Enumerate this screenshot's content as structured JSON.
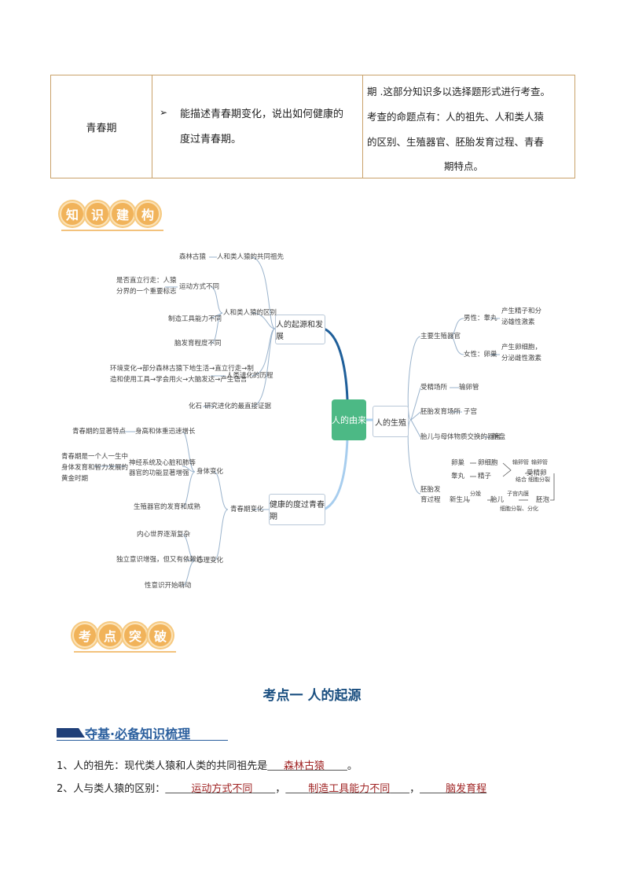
{
  "table": {
    "topic": "青春期",
    "bullet": "➢",
    "requirement_line1": "能描述青春期变化，说出如何健康的",
    "requirement_line2": "度过青春期。",
    "note_line1": "期 .这部分知识多以选择题形式进行考查。",
    "note_line2": "考查的命题点有：人的祖先、人和类人猿",
    "note_line3": "的区别、生殖器官、胚胎发育过程、青春",
    "note_line4": "期特点。"
  },
  "badge1": [
    "知",
    "识",
    "建",
    "构"
  ],
  "badge2": [
    "考",
    "点",
    "突",
    "破"
  ],
  "mindmap": {
    "center": "人的由来",
    "left_top": "人的起源和发展",
    "left_bottom": "健康的度过青春期",
    "right": "人的生殖",
    "n_ancestor": "人和类人猿的共同祖先",
    "n_ancestor_leaf": "森林古猿",
    "n_diff": "人和类人猿的区别",
    "n_diff_1": "运动方式不同",
    "n_diff_1_note1": "是否直立行走：人猿",
    "n_diff_1_note2": "分界的一个重要标志",
    "n_diff_2": "制造工具能力不同",
    "n_diff_3": "脑发育程度不同",
    "n_evo": "人类进化的历程",
    "n_evo_note1": "环境变化→部分森林古猿下地生活→直立行走→制",
    "n_evo_note2": "造和使用工具→学会用火→大脑发达→产生语言",
    "n_fossil_leaf": "化石",
    "n_fossil": "研究进化的最直接证据",
    "n_puberty": "青春期变化",
    "n_body": "身体变化",
    "n_body_1": "身高和体重迅速增长",
    "n_body_1_note": "青春期的显著特点",
    "n_body_2a": "神经系统及心脏和肺等",
    "n_body_2b": "器官的功能显著增强",
    "n_body_2_note1": "青春期是一个人一生中",
    "n_body_2_note2": "身体发育和智力发展的",
    "n_body_2_note3": "黄金时期",
    "n_body_3": "生殖器官的发育和成熟",
    "n_mind": "心理变化",
    "n_mind_1": "内心世界逐渐复杂",
    "n_mind_2": "独立意识增强，但又有依赖性",
    "n_mind_3": "性意识开始萌动",
    "n_organs": "主要生殖器官",
    "n_male": "男性：睾丸",
    "n_male_note1": "产生精子和分",
    "n_male_note2": "泌雄性激素",
    "n_female": "女性：卵巢",
    "n_female_note1": "产生卵细胞，",
    "n_female_note2": "分泌雌性激素",
    "n_fert": "受精场所",
    "n_fert_leaf": "输卵管",
    "n_embryo": "胚胎发育场所",
    "n_embryo_leaf": "子宫",
    "n_exchange": "胎儿与母体物质交换的器官",
    "n_exchange_leaf": "胎盘",
    "n_process1": "胚胎发",
    "n_process2": "育过程",
    "p_ovary": "卵巢",
    "p_egg": "卵细胞",
    "p_testis": "睾丸",
    "p_sperm": "精子",
    "p_tube": "输卵管",
    "p_combine": "结合",
    "p_zygote": "受精卵",
    "p_tube2": "输卵管",
    "p_divide": "细胞分裂",
    "p_uterus": "子宫内膜",
    "p_embryo": "胚泡",
    "p_fetus": "胎儿",
    "p_birth": "分娩",
    "p_newborn": "新生儿",
    "p_diff": "细胞分裂、分化"
  },
  "section_title": "考点一    人的起源",
  "bar_heading": "夺基·必备知识梳理",
  "q1_prefix": "1、人的祖先：现代类人猿和人类的共同祖先是",
  "q1_answer": "森林古猿",
  "q1_suffix": "。",
  "q2_prefix": "2、人与类人猿的区别：",
  "q2_a1": "运动方式不同",
  "q2_a2": "制造工具能力不同",
  "q2_a3": "脑发育程",
  "q2_sep": "，",
  "colors": {
    "table_border": "#c9a26a",
    "badge": "#f1b35a",
    "center_node": "#4cb985",
    "title": "#1a4f80",
    "answer": "#a02424"
  }
}
